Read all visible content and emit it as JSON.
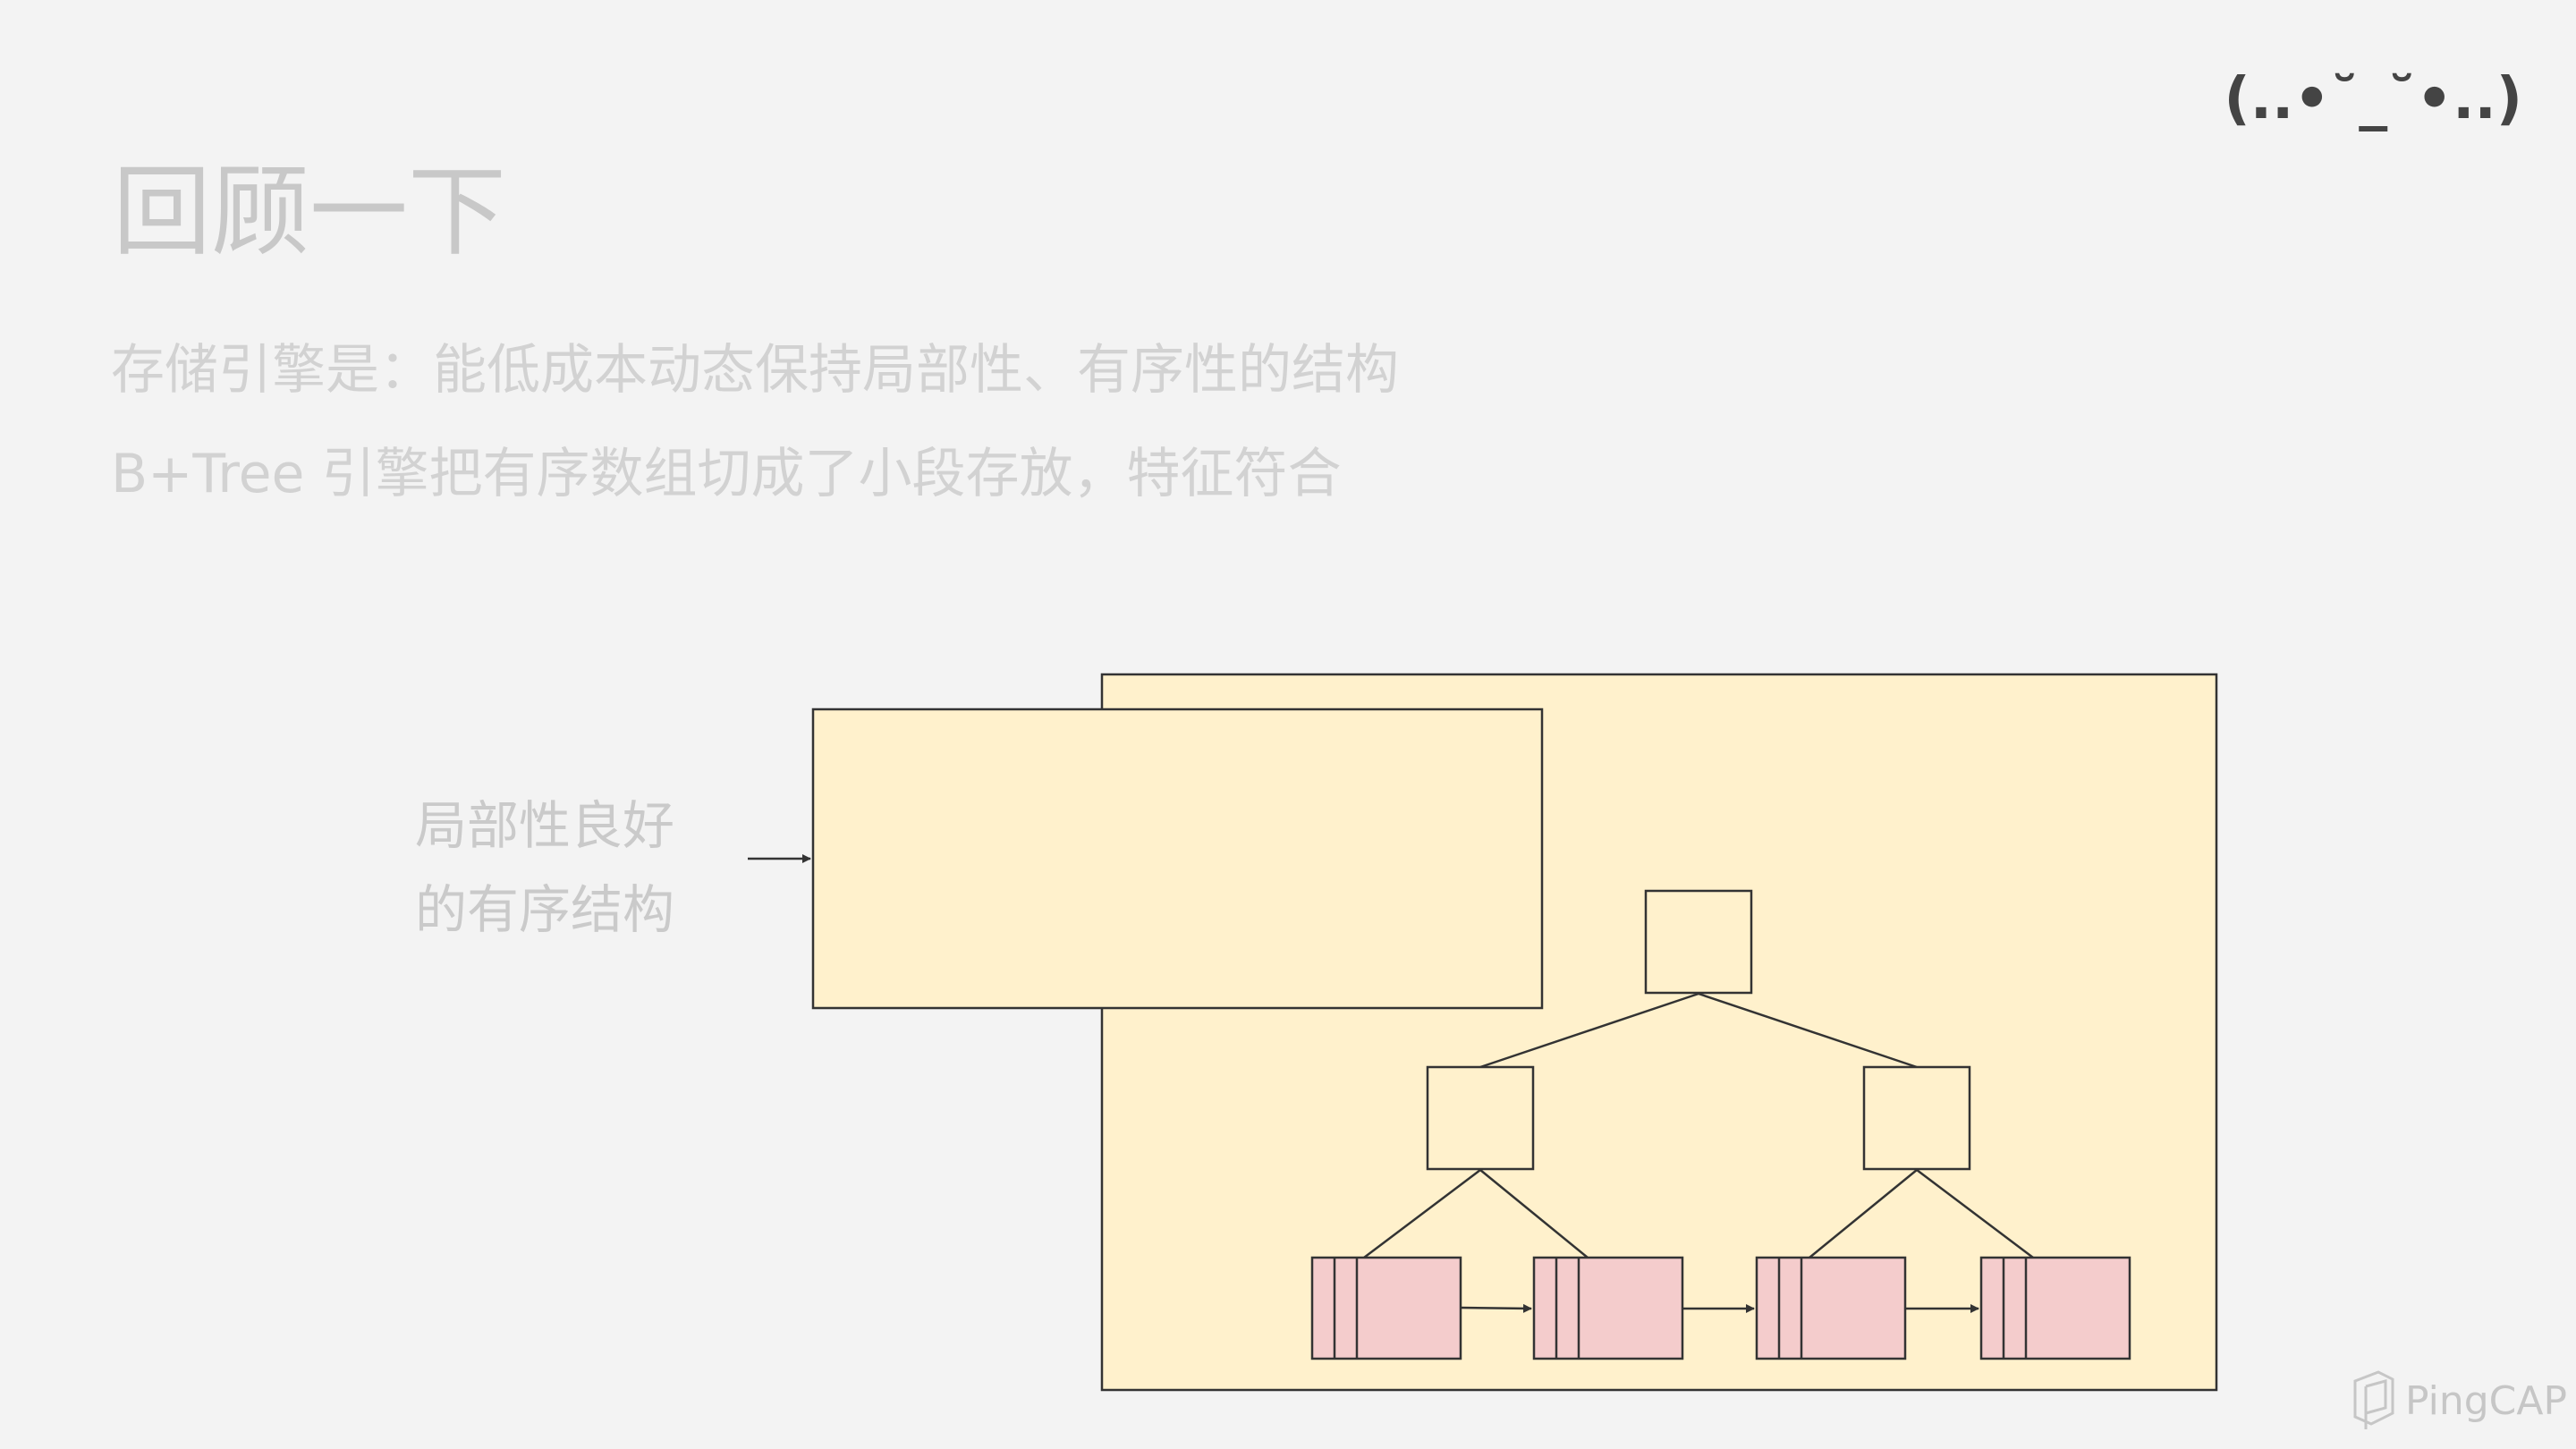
{
  "header": {
    "title": "回顾一下",
    "kaomoji": "(..•˘_˘•..)"
  },
  "body": {
    "lines": [
      "存储引擎是：能低成本动态保持局部性、有序性的结构",
      "B+Tree 引擎把有序数组切成了小段存放，特征符合"
    ]
  },
  "diagram": {
    "label_lines": [
      "局部性良好",
      "的有序结构"
    ],
    "colors": {
      "panel_fill": "#fff1cc",
      "node_fill": "#fff1cc",
      "leaf_fill": "#f4cccc",
      "stroke": "#333333"
    }
  },
  "footer": {
    "logo_text": "PingCAP",
    "logo_icon": "pingcap-logo-icon"
  }
}
